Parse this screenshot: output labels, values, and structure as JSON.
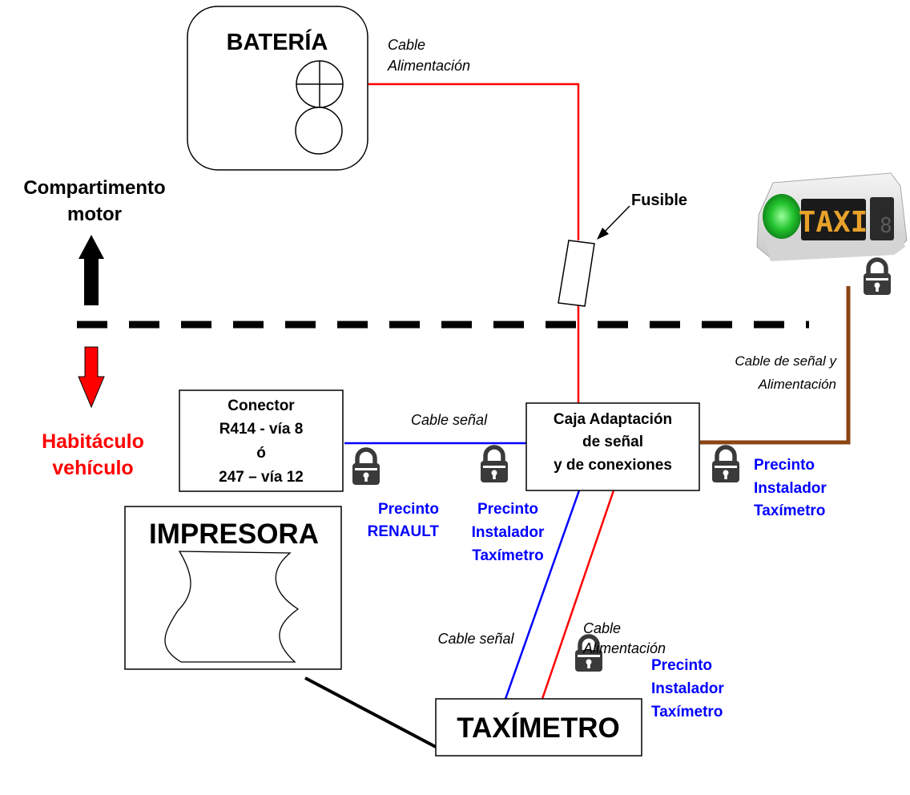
{
  "battery": {
    "title": "BATERÍA"
  },
  "zones": {
    "engine_line1": "Compartimento",
    "engine_line2": "motor",
    "cabin_line1": "Habitáculo",
    "cabin_line2": "vehículo"
  },
  "fuse": {
    "label": "Fusible"
  },
  "cables": {
    "battery_power_line1": "Cable",
    "battery_power_line2": "Alimentación",
    "connector_signal": "Cable señal",
    "taxi_light_line1": "Cable de señal y",
    "taxi_light_line2": "Alimentación",
    "meter_signal": "Cable señal",
    "meter_power_line1": "Cable",
    "meter_power_line2": "Alimentación"
  },
  "connector": {
    "line1": "Conector",
    "line2": "R414 - vía 8",
    "line3": "ó",
    "line4": "247 – vía 12"
  },
  "adapter_box": {
    "line1": "Caja Adaptación",
    "line2": "de señal",
    "line3": "y de conexiones"
  },
  "printer": {
    "title": "IMPRESORA"
  },
  "taximeter": {
    "title": "TAXÍMETRO"
  },
  "taxi_sign": {
    "text": "TAXI"
  },
  "seals": {
    "renault_line1": "Precinto",
    "renault_line2": "RENAULT",
    "installer_mid_line1": "Precinto",
    "installer_mid_line2": "Instalador",
    "installer_mid_line3": "Taxímetro",
    "installer_right_line1": "Precinto",
    "installer_right_line2": "Instalador",
    "installer_right_line3": "Taxímetro",
    "installer_bottom_line1": "Precinto",
    "installer_bottom_line2": "Instalador",
    "installer_bottom_line3": "Taxímetro"
  },
  "colors": {
    "power_cable": "#ff0000",
    "signal_cable": "#0000ff",
    "taxi_light_cable": "#8b4513",
    "seal_text": "#0000ff",
    "cabin_text": "#ff0000",
    "engine_text": "#000000",
    "lock_fill": "#3a3a3a"
  }
}
